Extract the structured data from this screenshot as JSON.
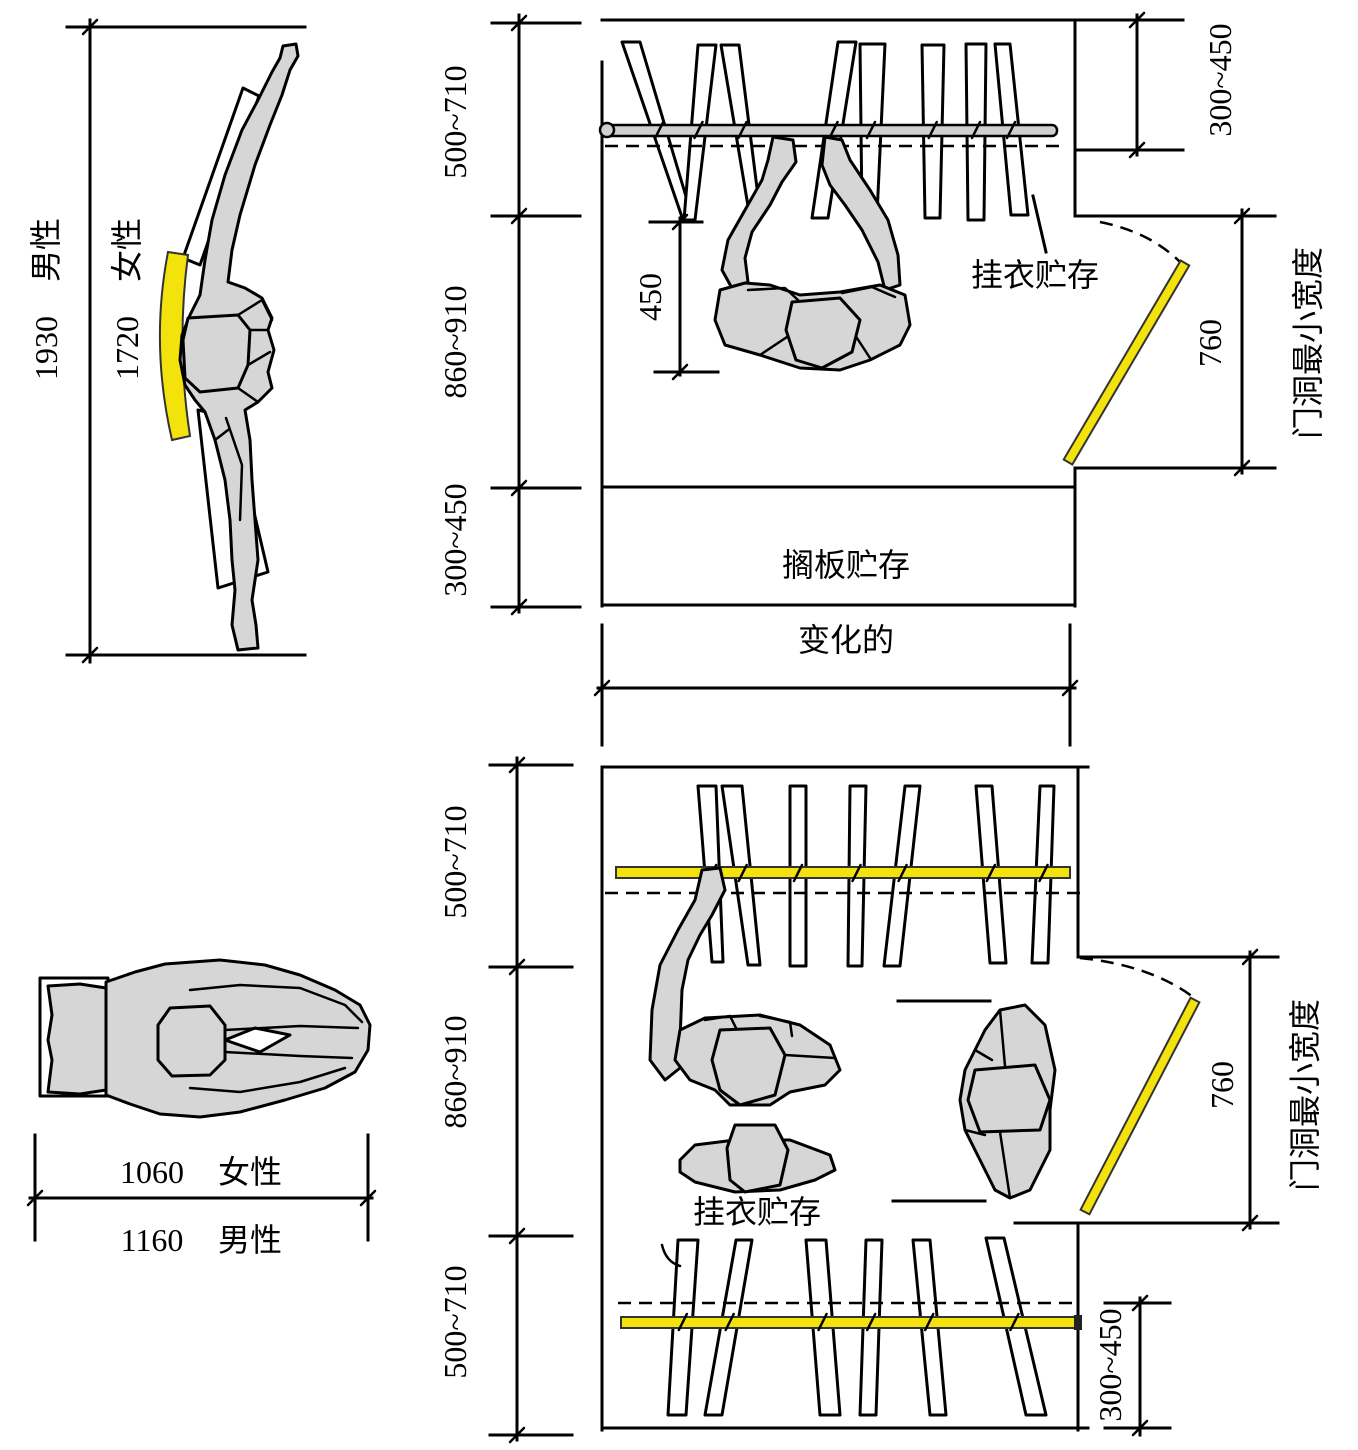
{
  "standing_figure": {
    "male_reach": {
      "value": "1930",
      "label": "男性"
    },
    "female_reach": {
      "value": "1720",
      "label": "女性"
    }
  },
  "top_view_figure": {
    "female_width": {
      "value": "1060",
      "label": "女性"
    },
    "male_width": {
      "value": "1160",
      "label": "男性"
    }
  },
  "closet_single": {
    "left_dims": {
      "top": "500~710",
      "middle": "860~910",
      "bottom": "300~450"
    },
    "rod_clearance": "300~450",
    "reach_dim": "450",
    "hanging_storage": "挂衣贮存",
    "shelf_storage": "搁板贮存",
    "door_width": "760",
    "door_label": "门洞最小宽度",
    "variable_width": "变化的"
  },
  "closet_double": {
    "left_dims": {
      "top": "500~710",
      "middle": "860~910",
      "bottom": "500~710"
    },
    "hanging_storage": "挂衣贮存",
    "door_width": "760",
    "door_label": "门洞最小宽度",
    "rod_clearance": "300~450"
  },
  "colors": {
    "accent": "#f3e20c",
    "figure": "#d6d6d6",
    "stroke": "#000000"
  }
}
